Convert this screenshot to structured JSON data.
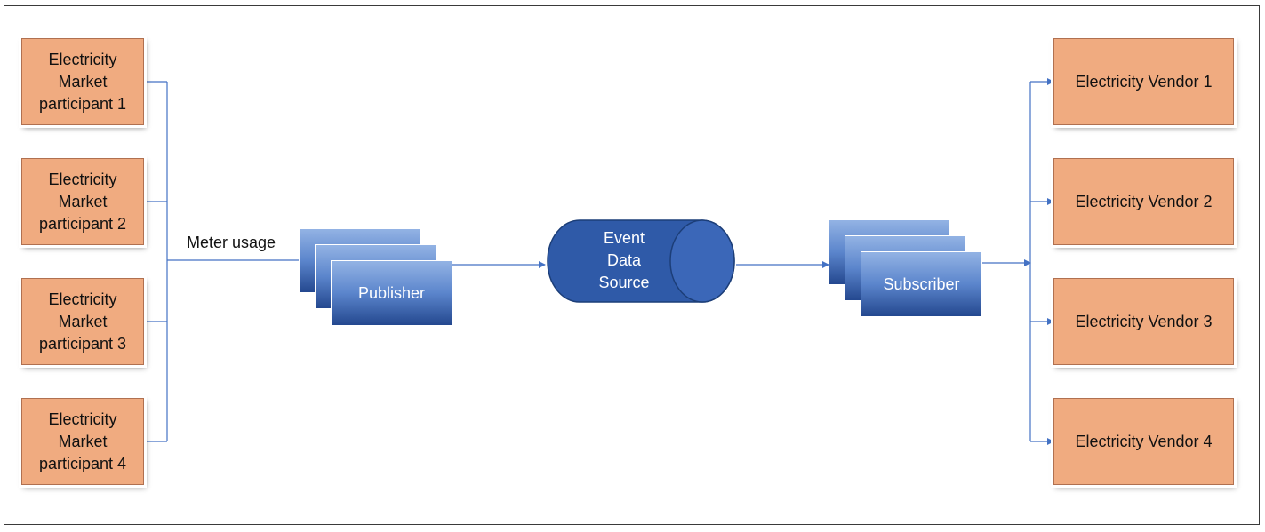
{
  "participants": [
    {
      "line1": "Electricity",
      "line2": "Market",
      "line3": "participant 1"
    },
    {
      "line1": "Electricity",
      "line2": "Market",
      "line3": "participant 2"
    },
    {
      "line1": "Electricity",
      "line2": "Market",
      "line3": "participant 3"
    },
    {
      "line1": "Electricity",
      "line2": "Market",
      "line3": "participant 4"
    }
  ],
  "edge_label": "Meter usage",
  "publisher": {
    "label": "Publisher"
  },
  "data_source": {
    "line1": "Event",
    "line2": "Data",
    "line3": "Source"
  },
  "subscriber": {
    "label": "Subscriber"
  },
  "vendors": [
    {
      "label": "Electricity Vendor 1"
    },
    {
      "label": "Electricity Vendor 2"
    },
    {
      "label": "Electricity Vendor 3"
    },
    {
      "label": "Electricity Vendor 4"
    }
  ],
  "colors": {
    "participant_fill": "#f0ab80",
    "vendor_fill": "#f0ab80",
    "connector": "#4472c4",
    "cylinder_fill": "#2f5aa8",
    "card_gradient_top": "#93b3e4",
    "card_gradient_bottom": "#24488f"
  }
}
